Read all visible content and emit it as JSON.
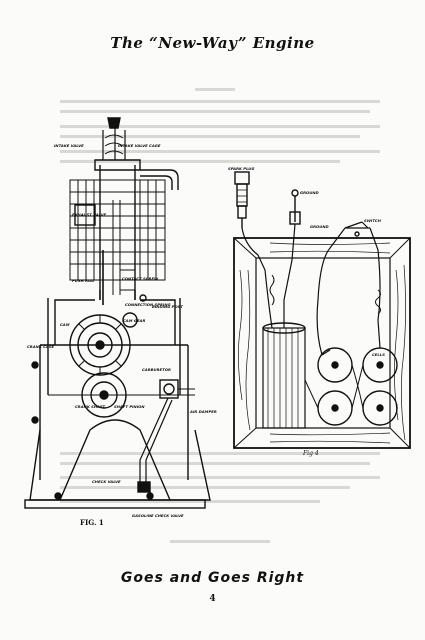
{
  "header": {
    "title": "The “New-Way” Engine"
  },
  "figure1": {
    "caption": "FIG. 1",
    "labels": {
      "intake_valve": "Intake valve",
      "intake_valve_cage": "Intake valve cage",
      "exhaust_valve": "Exhaust valve",
      "push_rod": "Push rod",
      "contact_screw": "Contact screw",
      "connection_spring": "Connection spring",
      "binding_post": "Binding post",
      "cam_gear": "Cam gear",
      "cam": "Cam",
      "crank_case": "Crank case",
      "carburetor": "Carburetor",
      "crank_shaft": "Crank shaft",
      "shaft_pinion": "Shaft pinion",
      "air_damper": "Air damper",
      "check_valve": "Check valve",
      "gasoline_check_valve": "Gasoline check valve"
    }
  },
  "figure4": {
    "caption": "Fig 4",
    "labels": {
      "spark_plug": "Spark plug",
      "ground": "Ground",
      "switch": "Switch",
      "cells": "Cells"
    }
  },
  "footer": {
    "slogan": "Goes and Goes Right",
    "page_number": "4"
  }
}
